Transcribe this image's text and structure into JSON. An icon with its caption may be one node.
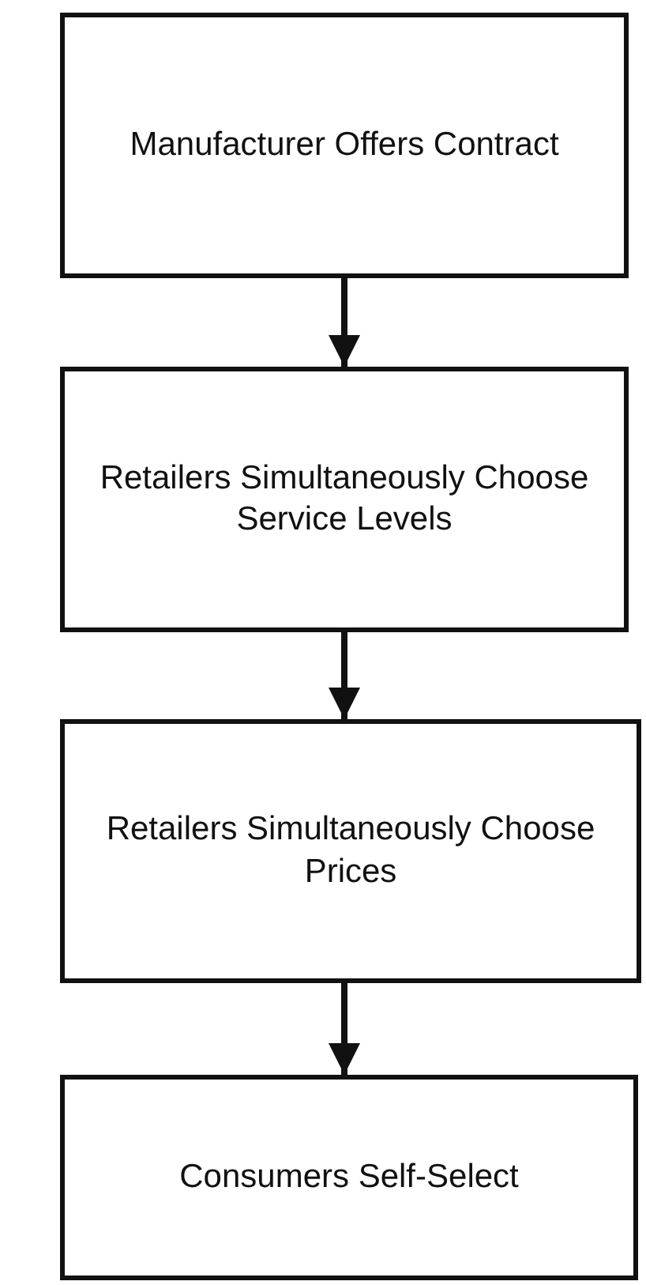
{
  "diagram": {
    "nodes": [
      {
        "text": [
          "Manufacturer Offers Contract"
        ]
      },
      {
        "text": [
          "Retailers Simultaneously Choose Service Levels"
        ]
      },
      {
        "text": [
          "Retailers Simultaneously Choose Prices"
        ]
      },
      {
        "text": [
          "Consumers Self-Select"
        ]
      }
    ],
    "edges": [
      {
        "from": 0,
        "to": 1,
        "arrow": "to"
      },
      {
        "from": 1,
        "to": 2,
        "arrow": "to"
      },
      {
        "from": 2,
        "to": 3,
        "arrow": "to"
      }
    ]
  }
}
